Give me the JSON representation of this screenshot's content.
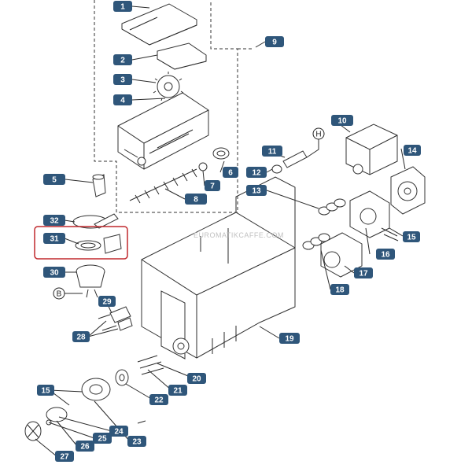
{
  "watermark": "EUROMATIKCAFFE.COM",
  "highlight_color": "#c0282d",
  "callout_color": "#2f567a",
  "callouts": {
    "c1": "1",
    "c2": "2",
    "c3": "3",
    "c4": "4",
    "c5": "5",
    "c6": "6",
    "c7": "7",
    "c8": "8",
    "c9": "9",
    "c10": "10",
    "c11": "11",
    "c12": "12",
    "c13": "13",
    "c14": "14",
    "c15a": "15",
    "c15b": "15",
    "c16": "16",
    "c17": "17",
    "c18": "18",
    "c19": "19",
    "c20": "20",
    "c21": "21",
    "c22": "22",
    "c23": "23",
    "c24": "24",
    "c25": "25",
    "c26": "26",
    "c27": "27",
    "c28": "28",
    "c29": "29",
    "c30": "30",
    "c31": "31",
    "c32": "32"
  },
  "refs": {
    "h": "H",
    "b": "B"
  }
}
